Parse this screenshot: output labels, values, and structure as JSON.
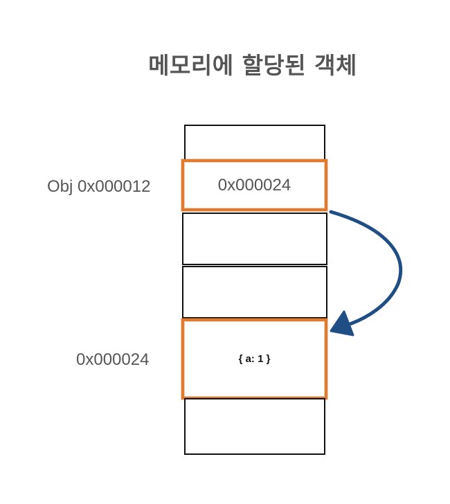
{
  "title": "메모리에 할당된 객체",
  "labels": {
    "obj_address": "Obj 0x000012",
    "target_address": "0x000024"
  },
  "cells": {
    "reference_value": "0x000024",
    "object_value": "{ a: 1 }"
  },
  "colors": {
    "highlight": "#e07a2e",
    "arrow": "#1f4e85",
    "text": "#555555"
  }
}
